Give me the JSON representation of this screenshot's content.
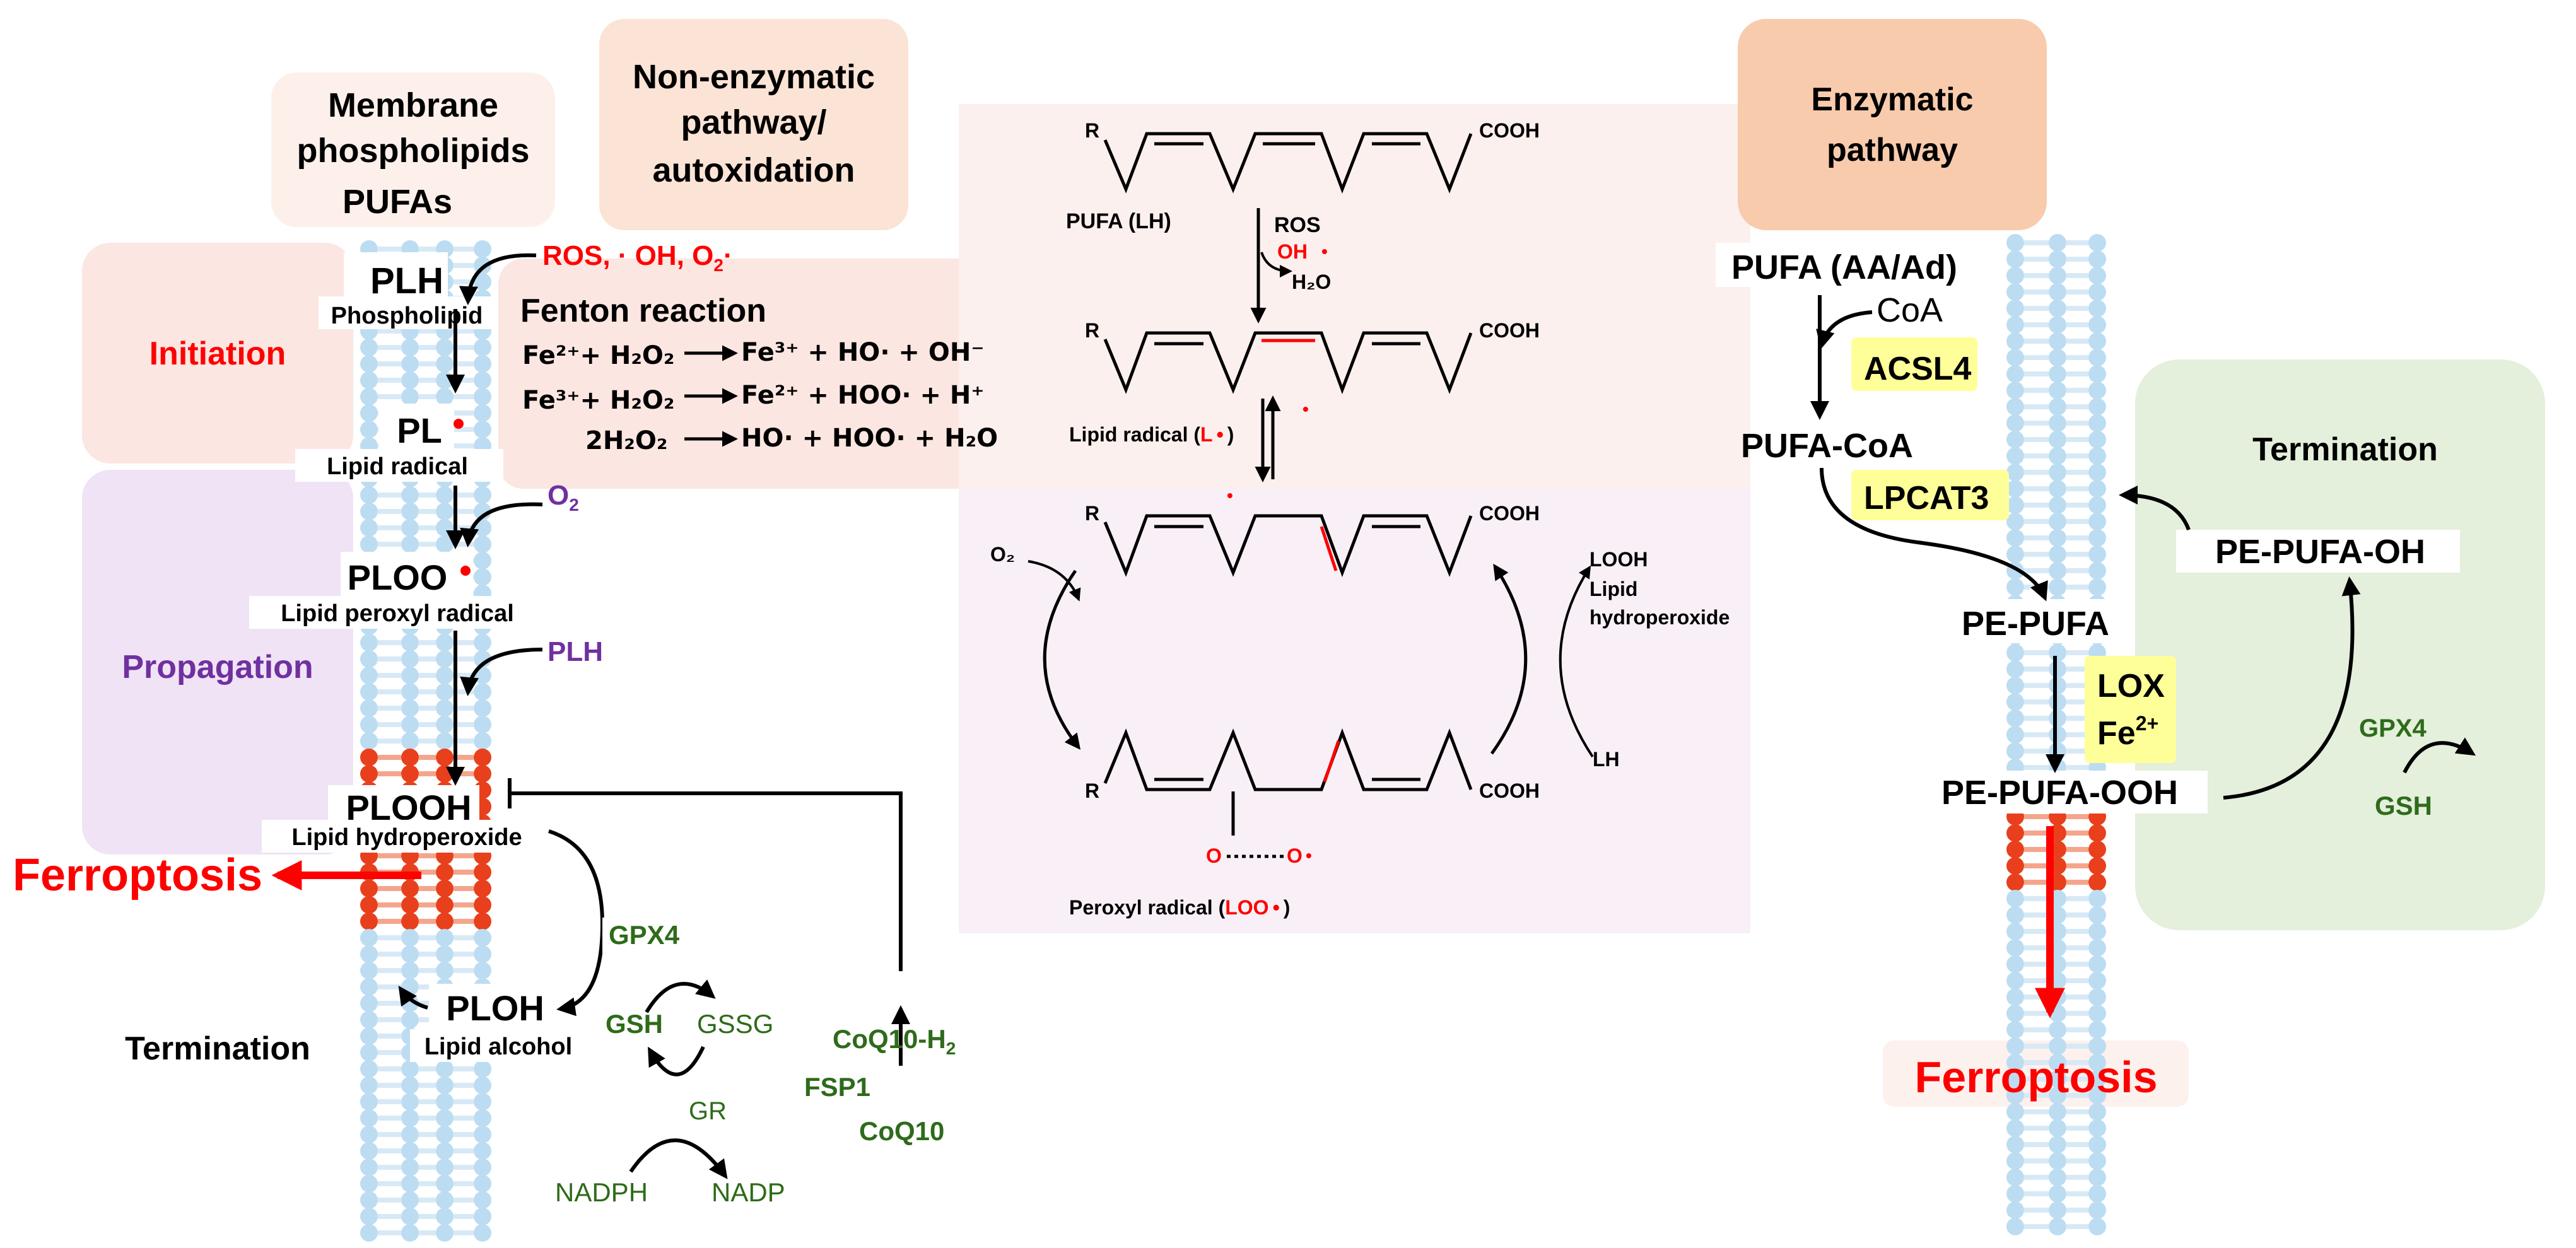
{
  "left": {
    "membrane_title": [
      "Membrane",
      "phospholipids",
      "PUFAs"
    ],
    "nonenzymatic_title": [
      "Non-enzymatic",
      "pathway/",
      "autoxidation"
    ],
    "initiation": "Initiation",
    "propagation": "Propagation",
    "termination": "Termination",
    "plh": "PLH",
    "phospholipid": "Phospholipid",
    "ros": "ROS, · OH, O",
    "ros_sub": "2",
    "ros_dot": "·",
    "pl": "PL",
    "lipid_radical": "Lipid radical",
    "o2": "O",
    "o2_sub": "2",
    "ploo": "PLOO",
    "lipid_peroxyl_radical": "Lipid peroxyl radical",
    "plh2": "PLH",
    "plooh": "PLOOH",
    "lipid_hydroperoxide": "Lipid hydroperoxide",
    "ferroptosis": "Ferroptosis",
    "ploh": "PLOH",
    "lipid_alcohol": "Lipid alcohol",
    "gpx4": "GPX4",
    "gsh": "GSH",
    "gssg": "GSSG",
    "gr": "GR",
    "nadph": "NADPH",
    "nadp": "NADP",
    "coq10h2": "CoQ10-H",
    "coq10h2_sub": "2",
    "fsp1": "FSP1",
    "coq10": "CoQ10"
  },
  "fenton": {
    "title": "Fenton reaction",
    "r1": {
      "lhs": "Fe²⁺+ H₂O₂",
      "rhs": "Fe³⁺ + HO· + OH⁻"
    },
    "r2": {
      "lhs": "Fe³⁺+ H₂O₂",
      "rhs": "Fe²⁺ + HOO· + H⁺"
    },
    "r3": {
      "lhs": "2H₂O₂",
      "rhs": "HO· + HOO· + H₂O"
    }
  },
  "middle": {
    "r": "R",
    "cooh": "COOH",
    "pufa_lh": "PUFA (LH)",
    "ros": "ROS",
    "oh": "OH",
    "dot": "•",
    "h2o": "H₂O",
    "lipid_radical_pre": "Lipid radical (",
    "lipid_radical_l": "L",
    "close_paren": ")",
    "o2": "O₂",
    "looh": "LOOH",
    "lipid": "Lipid",
    "hydroperoxide": "hydroperoxide",
    "lh": "LH",
    "o": "O",
    "peroxyl_pre": "Peroxyl radical (",
    "peroxyl_loo": "LOO"
  },
  "right": {
    "enzymatic_title": [
      "Enzymatic",
      "pathway"
    ],
    "pufa": "PUFA (AA/Ad)",
    "coa": "CoA",
    "acsl4": "ACSL4",
    "pufa_coa": "PUFA-CoA",
    "lpcat3": "LPCAT3",
    "pe_pufa": "PE-PUFA",
    "lox": "LOX",
    "fe2": "Fe",
    "fe2_sup": "2+",
    "pe_pufa_ooh": "PE-PUFA-OOH",
    "ferroptosis": "Ferroptosis",
    "termination": "Termination",
    "pe_pufa_oh": "PE-PUFA-OH",
    "gpx4": "GPX4",
    "gsh": "GSH"
  },
  "colors": {
    "red": "#ff0000",
    "purple": "#7030a0",
    "green": "#2e6b1a",
    "membrane_blue": "#bcdcf2",
    "oxidized_red": "#e8401c",
    "highlight_yellow": "#ffff99"
  }
}
